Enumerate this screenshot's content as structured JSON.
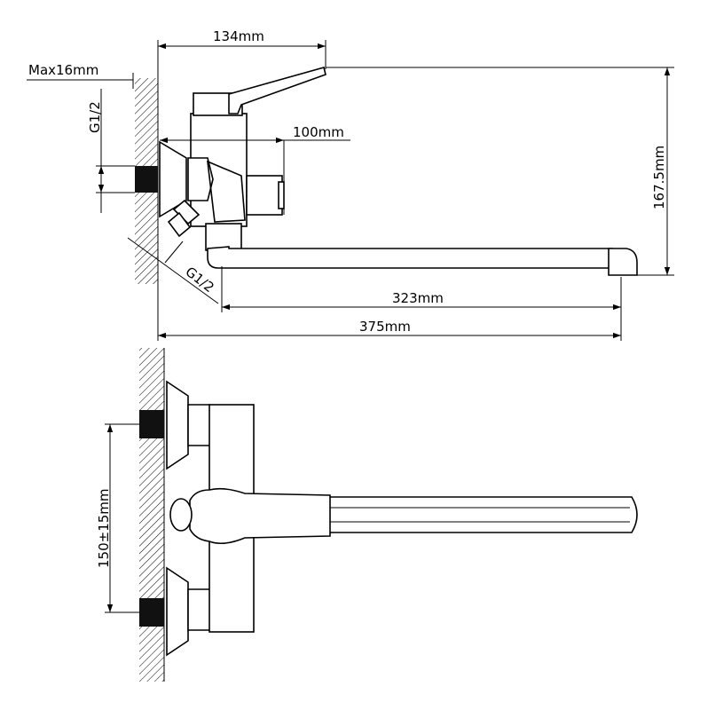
{
  "dimensions": {
    "wall_gap": "Max16mm",
    "thread_top": "G1/2",
    "thread_bottom": "G1/2",
    "handle_reach": "134mm",
    "body_depth": "100mm",
    "height": "167.5mm",
    "spout_reach": "323mm",
    "total_length": "375mm",
    "center_distance": "150±15mm"
  },
  "colors": {
    "line": "#000000",
    "background": "#ffffff",
    "pipe_fill": "#111111"
  }
}
